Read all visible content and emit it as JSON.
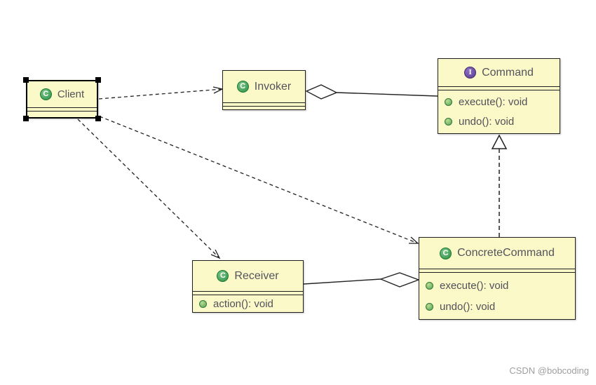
{
  "diagram": {
    "kind": "uml-class-diagram",
    "pattern": "Command"
  },
  "classes": {
    "client": {
      "name": "Client",
      "icon_letter": "C",
      "icon_type": "class",
      "selected": true,
      "methods": []
    },
    "invoker": {
      "name": "Invoker",
      "icon_letter": "C",
      "icon_type": "class",
      "selected": false,
      "methods": []
    },
    "command": {
      "name": "Command",
      "icon_letter": "I",
      "icon_type": "interface",
      "selected": false,
      "methods": [
        "execute(): void",
        "undo(): void"
      ]
    },
    "receiver": {
      "name": "Receiver",
      "icon_letter": "C",
      "icon_type": "class",
      "selected": false,
      "methods": [
        "action(): void"
      ]
    },
    "concrete_command": {
      "name": "ConcreteCommand",
      "icon_letter": "C",
      "icon_type": "class",
      "selected": false,
      "methods": [
        "execute(): void",
        "undo(): void"
      ]
    }
  },
  "relationships": [
    {
      "from": "Client",
      "to": "Invoker",
      "type": "dependency",
      "line": "dashed-open-arrow"
    },
    {
      "from": "Client",
      "to": "Receiver",
      "type": "dependency",
      "line": "dashed-open-arrow"
    },
    {
      "from": "Client",
      "to": "ConcreteCommand",
      "type": "dependency",
      "line": "dashed-open-arrow"
    },
    {
      "from": "Invoker",
      "to": "Command",
      "type": "aggregation",
      "line": "solid-hollow-diamond-at-invoker"
    },
    {
      "from": "ConcreteCommand",
      "to": "Command",
      "type": "realization",
      "line": "dashed-hollow-triangle"
    },
    {
      "from": "ConcreteCommand",
      "to": "Receiver",
      "type": "aggregation",
      "line": "solid-hollow-diamond-at-concretecommand"
    }
  ],
  "watermark": "CSDN @bobcoding",
  "colors": {
    "box_fill": "#fcf9c8",
    "box_border": "#1f1f1f",
    "class_icon_green": "#2f9146",
    "interface_icon_purple": "#5a3f93",
    "method_bullet_green": "#55a45d",
    "text": "#50505a",
    "watermark": "#9e9e9e"
  }
}
